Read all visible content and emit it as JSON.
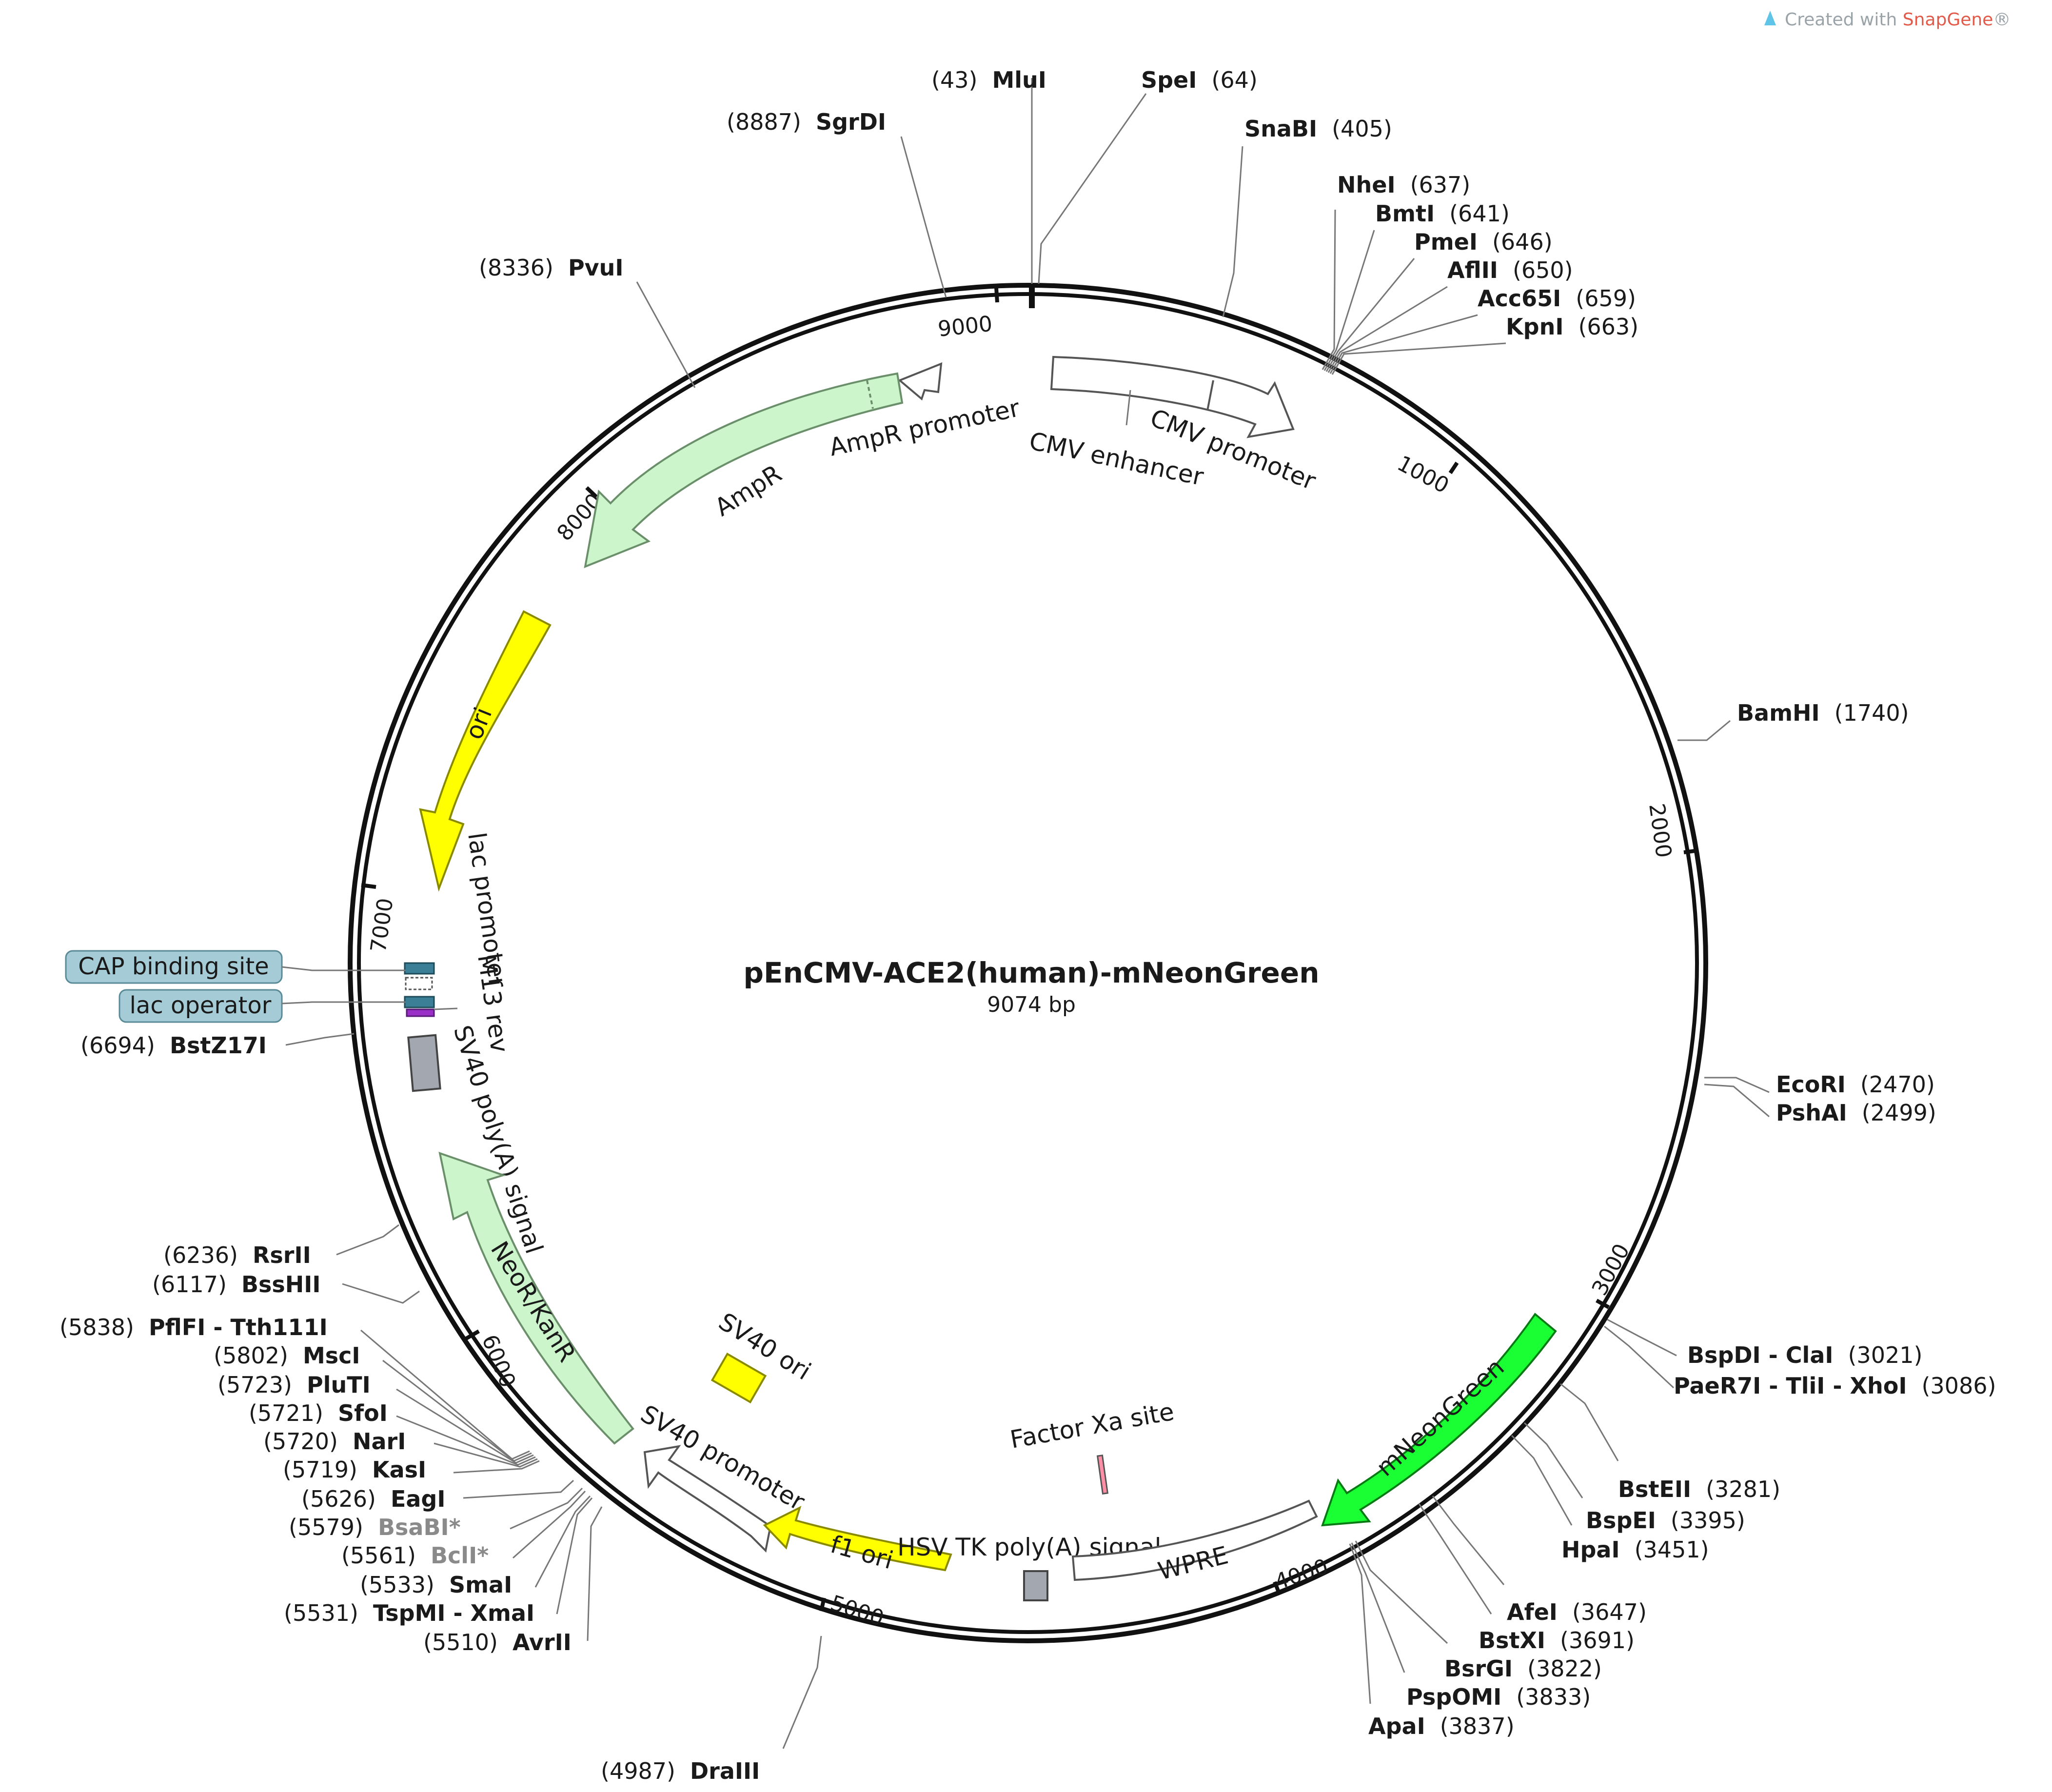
{
  "plasmid": {
    "name": "pEnCMV-ACE2(human)-mNeonGreen",
    "length": "9074 bp"
  },
  "watermark": {
    "prefix": "Created with ",
    "brand": "SnapGene",
    "suffix": "®"
  },
  "ticks": [
    "1000",
    "2000",
    "3000",
    "4000",
    "5000",
    "6000",
    "7000",
    "8000",
    "9000"
  ],
  "enzymes": [
    {
      "name": "MluI",
      "pos": "(43)"
    },
    {
      "name": "SpeI",
      "pos": "(64)"
    },
    {
      "name": "SgrDI",
      "pos": "(8887)"
    },
    {
      "name": "SnaBI",
      "pos": "(405)"
    },
    {
      "name": "PvuI",
      "pos": "(8336)"
    },
    {
      "name": "NheI",
      "pos": "(637)"
    },
    {
      "name": "BmtI",
      "pos": "(641)"
    },
    {
      "name": "PmeI",
      "pos": "(646)"
    },
    {
      "name": "AflII",
      "pos": "(650)"
    },
    {
      "name": "Acc65I",
      "pos": "(659)"
    },
    {
      "name": "KpnI",
      "pos": "(663)"
    },
    {
      "name": "BamHI",
      "pos": "(1740)"
    },
    {
      "name": "EcoRI",
      "pos": "(2470)"
    },
    {
      "name": "PshAI",
      "pos": "(2499)"
    },
    {
      "name": "BspDI - ClaI",
      "pos": "(3021)"
    },
    {
      "name": "PaeR7I - TliI - XhoI",
      "pos": "(3086)"
    },
    {
      "name": "BstEII",
      "pos": "(3281)"
    },
    {
      "name": "BspEI",
      "pos": "(3395)"
    },
    {
      "name": "HpaI",
      "pos": "(3451)"
    },
    {
      "name": "AfeI",
      "pos": "(3647)"
    },
    {
      "name": "BstXI",
      "pos": "(3691)"
    },
    {
      "name": "BsrGI",
      "pos": "(3822)"
    },
    {
      "name": "PspOMI",
      "pos": "(3833)"
    },
    {
      "name": "ApaI",
      "pos": "(3837)"
    },
    {
      "name": "DraIII",
      "pos": "(4987)"
    },
    {
      "name": "BstZ17I",
      "pos": "(6694)"
    },
    {
      "name": "RsrII",
      "pos": "(6236)"
    },
    {
      "name": "BssHII",
      "pos": "(6117)"
    },
    {
      "name": "PflFI - Tth111I",
      "pos": "(5838)"
    },
    {
      "name": "MscI",
      "pos": "(5802)"
    },
    {
      "name": "PluTI",
      "pos": "(5723)"
    },
    {
      "name": "SfoI",
      "pos": "(5721)"
    },
    {
      "name": "NarI",
      "pos": "(5720)"
    },
    {
      "name": "KasI",
      "pos": "(5719)"
    },
    {
      "name": "EagI",
      "pos": "(5626)"
    },
    {
      "name": "BsaBI*",
      "pos": "(5579)"
    },
    {
      "name": "BclI*",
      "pos": "(5561)"
    },
    {
      "name": "SmaI",
      "pos": "(5533)"
    },
    {
      "name": "TspMI - XmaI",
      "pos": "(5531)"
    },
    {
      "name": "AvrII",
      "pos": "(5510)"
    }
  ],
  "features": {
    "cmv_enhancer": "CMV enhancer",
    "cmv_promoter": "CMV promoter",
    "ampr_promoter": "AmpR promoter",
    "ampr": "AmpR",
    "ori": "ori",
    "lac_promoter": "lac promoter",
    "m13_rev": "M13 rev",
    "sv40_polya": "SV40 poly(A) signal",
    "neor": "NeoR/KanR",
    "sv40_ori": "SV40 ori",
    "sv40_promoter": "SV40 promoter",
    "f1_ori": "f1 ori",
    "hsv_tk": "HSV TK poly(A) signal",
    "factor_xa": "Factor Xa site",
    "wpre": "WPRE",
    "mneongreen": "mNeonGreen",
    "cap_binding": "CAP binding site",
    "lac_operator": "lac operator"
  },
  "colors": {
    "ampr": "#ccf5cc",
    "ori": "#ffff00",
    "mneongreen": "#19ff33",
    "gray_box": "#a3a8b0",
    "cap_box": "#a5ccd6",
    "lac_box": "#a5ccd6"
  }
}
